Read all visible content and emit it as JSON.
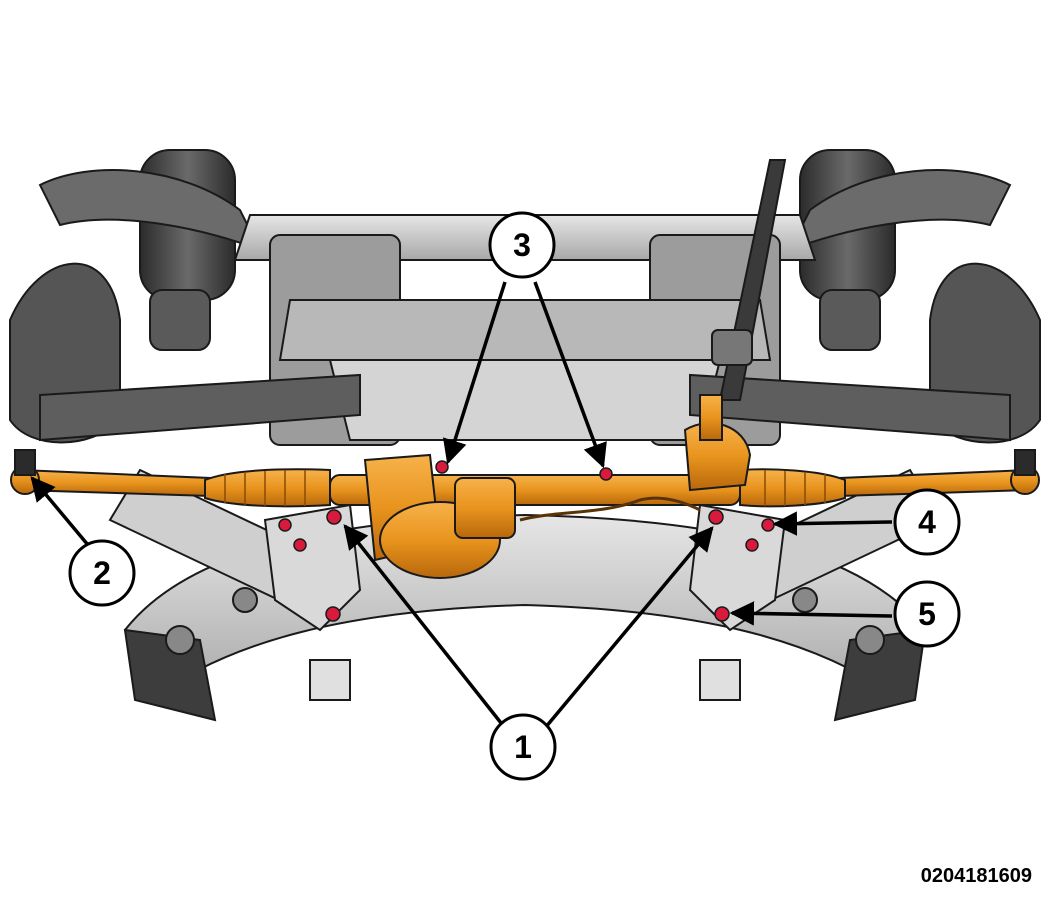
{
  "figure": {
    "id": "0204181609",
    "callouts": [
      {
        "label": "1"
      },
      {
        "label": "2"
      },
      {
        "label": "3"
      },
      {
        "label": "4"
      },
      {
        "label": "5"
      }
    ]
  },
  "colors": {
    "steering_gear": "#e8941e",
    "bolt": "#d81b3c",
    "frame": "#c9c9c9",
    "dark_parts": "#4a4a4a",
    "outline": "#1a1a1a"
  },
  "icons": [
    "arrow-icon",
    "callout-circle-icon"
  ]
}
